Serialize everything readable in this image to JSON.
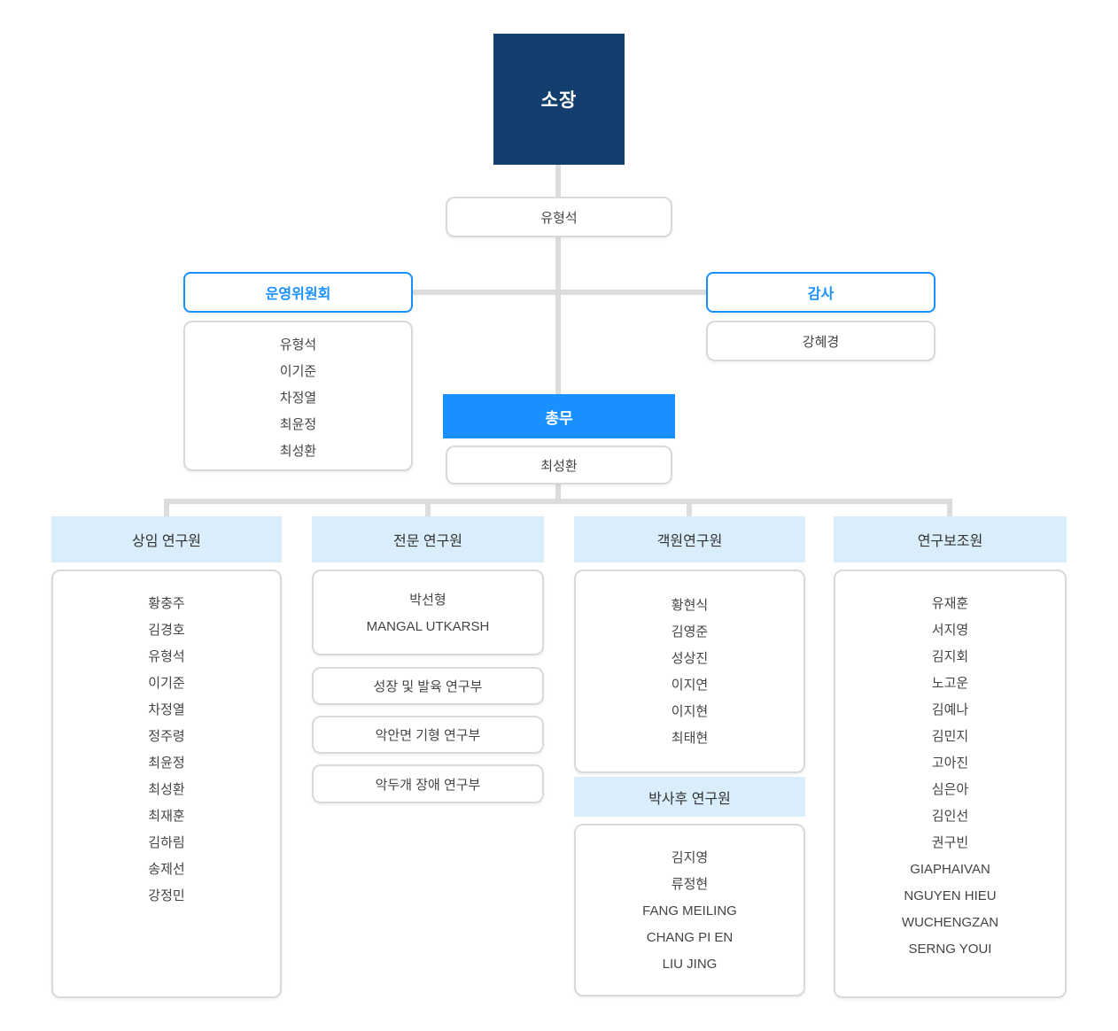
{
  "org": {
    "director": {
      "title": "소장",
      "name": "유형석"
    },
    "committee": {
      "title": "운영위원회",
      "members": [
        "유형석",
        "이기준",
        "차정열",
        "최윤정",
        "최성환"
      ]
    },
    "auditor": {
      "title": "감사",
      "name": "강혜경"
    },
    "general_affairs": {
      "title": "총무",
      "name": "최성환"
    },
    "columns": [
      {
        "title": "상임 연구원",
        "members": [
          "황충주",
          "김경호",
          "유형석",
          "이기준",
          "차정열",
          "정주령",
          "최윤정",
          "최성환",
          "최재훈",
          "김하림",
          "송제선",
          "강정민"
        ]
      },
      {
        "title": "전문 연구원",
        "members": [
          "박선형",
          "MANGAL UTKARSH"
        ],
        "departments": [
          "성장 및 발육 연구부",
          "악안면 기형 연구부",
          "악두개 장애 연구부"
        ]
      },
      {
        "title": "객원연구원",
        "members": [
          "황현식",
          "김영준",
          "성상진",
          "이지연",
          "이지현",
          "최태현"
        ],
        "subgroup": {
          "title": "박사후 연구원",
          "members": [
            "김지영",
            "류정현",
            "FANG MEILING",
            "CHANG PI EN",
            "LIU JING"
          ]
        }
      },
      {
        "title": "연구보조원",
        "members": [
          "유재훈",
          "서지영",
          "김지회",
          "노고운",
          "김예나",
          "김민지",
          "고아진",
          "심은아",
          "김인선",
          "권구빈",
          "GIAPHAIVAN",
          "NGUYEN HIEU",
          "WUCHENGZAN",
          "SERNG YOUI"
        ]
      }
    ]
  },
  "colors": {
    "navy": "#133f6e",
    "accent_blue": "#1890ff",
    "header_light_blue": "#d9edfb",
    "connector_gray": "#dcdcdc",
    "box_border_gray": "#d9d9d9",
    "text_dark": "#444444"
  }
}
